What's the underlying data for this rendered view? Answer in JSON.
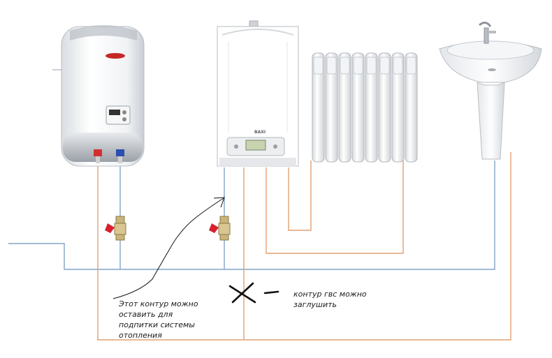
{
  "notes": {
    "left": {
      "line1": "Этот контур можно",
      "line2": "оставить для",
      "line3": "подпитки системы",
      "line4": "отопления"
    },
    "right": {
      "line1": "контур гвс можно",
      "line2": "заглушить"
    }
  },
  "labels": {
    "boiler_brand": "BAXI"
  },
  "colors": {
    "hot_pipe": "#e0a070",
    "cold_pipe": "#7fa6c8",
    "valve_handle": "#d8202e",
    "valve_body": "#c9b47a",
    "handwriting": "#111111"
  },
  "icons": {
    "water_heater": "water-heater-icon",
    "gas_boiler": "gas-boiler-icon",
    "radiator": "radiator-icon",
    "sink": "sink-icon",
    "valve": "ball-valve-icon",
    "cross": "cross-mark-icon"
  }
}
